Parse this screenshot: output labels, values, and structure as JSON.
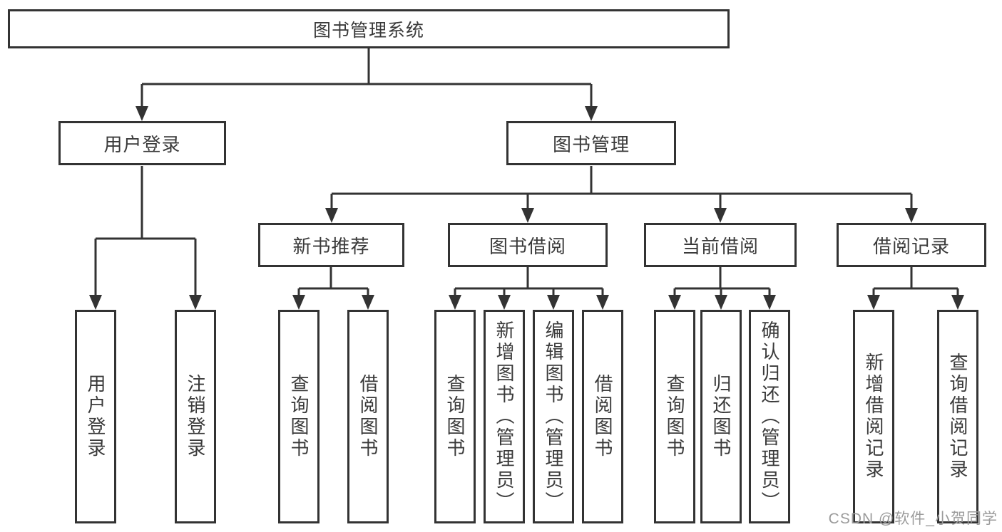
{
  "diagram": {
    "root": {
      "label": "图书管理系统",
      "children": [
        {
          "label": "用户登录",
          "children": [
            {
              "label": "用户登录"
            },
            {
              "label": "注销登录"
            }
          ]
        },
        {
          "label": "图书管理",
          "children": [
            {
              "label": "新书推荐",
              "children": [
                {
                  "label": "查询图书"
                },
                {
                  "label": "借阅图书"
                }
              ]
            },
            {
              "label": "图书借阅",
              "children": [
                {
                  "label": "查询图书"
                },
                {
                  "label": "新增图书（管理员）"
                },
                {
                  "label": "编辑图书（管理员）"
                },
                {
                  "label": "借阅图书"
                }
              ]
            },
            {
              "label": "当前借阅",
              "children": [
                {
                  "label": "查询图书"
                },
                {
                  "label": "归还图书"
                },
                {
                  "label": "确认归还（管理员）"
                }
              ]
            },
            {
              "label": "借阅记录",
              "children": [
                {
                  "label": "新增借阅记录"
                },
                {
                  "label": "查询借阅记录"
                }
              ]
            }
          ]
        }
      ]
    },
    "watermark": {
      "text": "CSDN @软件_小贺同学"
    }
  },
  "colors": {
    "line": "#333333",
    "text": "#3a3a3a",
    "watermark": "#9b9b9b",
    "background": "#ffffff"
  }
}
